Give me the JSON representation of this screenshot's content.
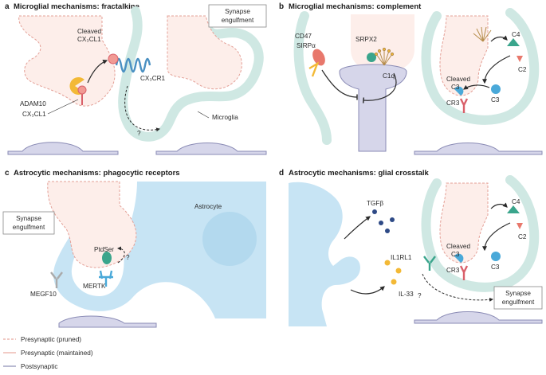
{
  "panels": {
    "a": {
      "letter": "a",
      "title": "Microglial mechanisms: fractalkine"
    },
    "b": {
      "letter": "b",
      "title": "Microglial mechanisms: complement"
    },
    "c": {
      "letter": "c",
      "title": "Astrocytic mechanisms: phagocytic receptors"
    },
    "d": {
      "letter": "d",
      "title": "Astrocytic mechanisms: glial crosstalk"
    }
  },
  "labels": {
    "cleaved": "Cleaved",
    "cx3cl1": "CX₃CL1",
    "adam10": "ADAM10",
    "cx3cr1": "CX₃CR1",
    "question": "?",
    "synapse": "Synapse",
    "engulfment": "engulfment",
    "microglia": "Microglia",
    "cd47": "CD47",
    "sirpa": "SIRPα",
    "srpx2": "SRPX2",
    "c1q": "C1q",
    "c4": "C4",
    "c2": "C2",
    "c3": "C3",
    "cr3": "CR3",
    "astrocyte": "Astrocyte",
    "ptdser": "PtdSer",
    "mertk": "MERTK",
    "megf10": "MEGF10",
    "tgfb": "TGFβ",
    "il1rl1": "IL1RL1",
    "il33": "IL-33"
  },
  "legend": [
    {
      "label": "Presynaptic (pruned)",
      "color": "#e8a89e",
      "style": "dashed"
    },
    {
      "label": "Presynaptic (maintained)",
      "color": "#e8a89e",
      "style": "solid"
    },
    {
      "label": "Postsynaptic",
      "color": "#8a8bb5",
      "style": "solid"
    }
  ],
  "colors": {
    "presynaptic_fill": "#fdeeea",
    "postsynaptic_fill": "#d6d6ea",
    "microglia": "#cfe8e3",
    "astrocyte": "#c7e4f4",
    "c1q_green": "#3aa58c",
    "c3_blue": "#4aa9d9",
    "receptor_red": "#d9606a",
    "adam10_yellow": "#f3b936"
  }
}
